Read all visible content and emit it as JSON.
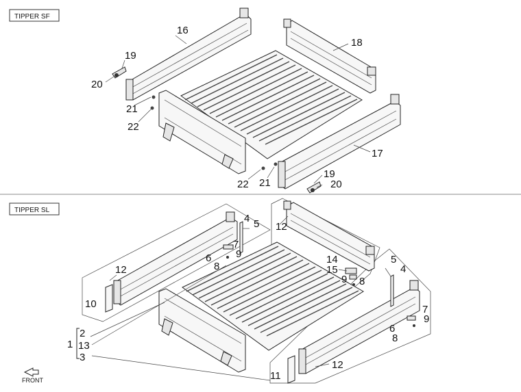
{
  "sections": {
    "top": {
      "title": "TIPPER SF"
    },
    "bottom": {
      "title": "TIPPER SL"
    }
  },
  "front_label": "FRONT",
  "callouts": {
    "sf_16": "16",
    "sf_18": "18",
    "sf_19a": "19",
    "sf_20a": "20",
    "sf_21a": "21",
    "sf_22a": "22",
    "sf_17": "17",
    "sf_19b": "19",
    "sf_20b": "20",
    "sf_22b": "22",
    "sf_21b": "21",
    "sl_4a": "4",
    "sl_5a": "5",
    "sl_7a": "7",
    "sl_6a": "6",
    "sl_9a": "9",
    "sl_8a": "8",
    "sl_12a": "12",
    "sl_10": "10",
    "sl_12b": "12",
    "sl_14": "14",
    "sl_15": "15",
    "sl_9b": "9",
    "sl_8b": "8",
    "sl_5b": "5",
    "sl_4b": "4",
    "sl_7b": "7",
    "sl_6b": "6",
    "sl_9c": "9",
    "sl_8c": "8",
    "sl_2": "2",
    "sl_1": "1",
    "sl_13": "13",
    "sl_3": "3",
    "sl_11": "11",
    "sl_12c": "12"
  }
}
